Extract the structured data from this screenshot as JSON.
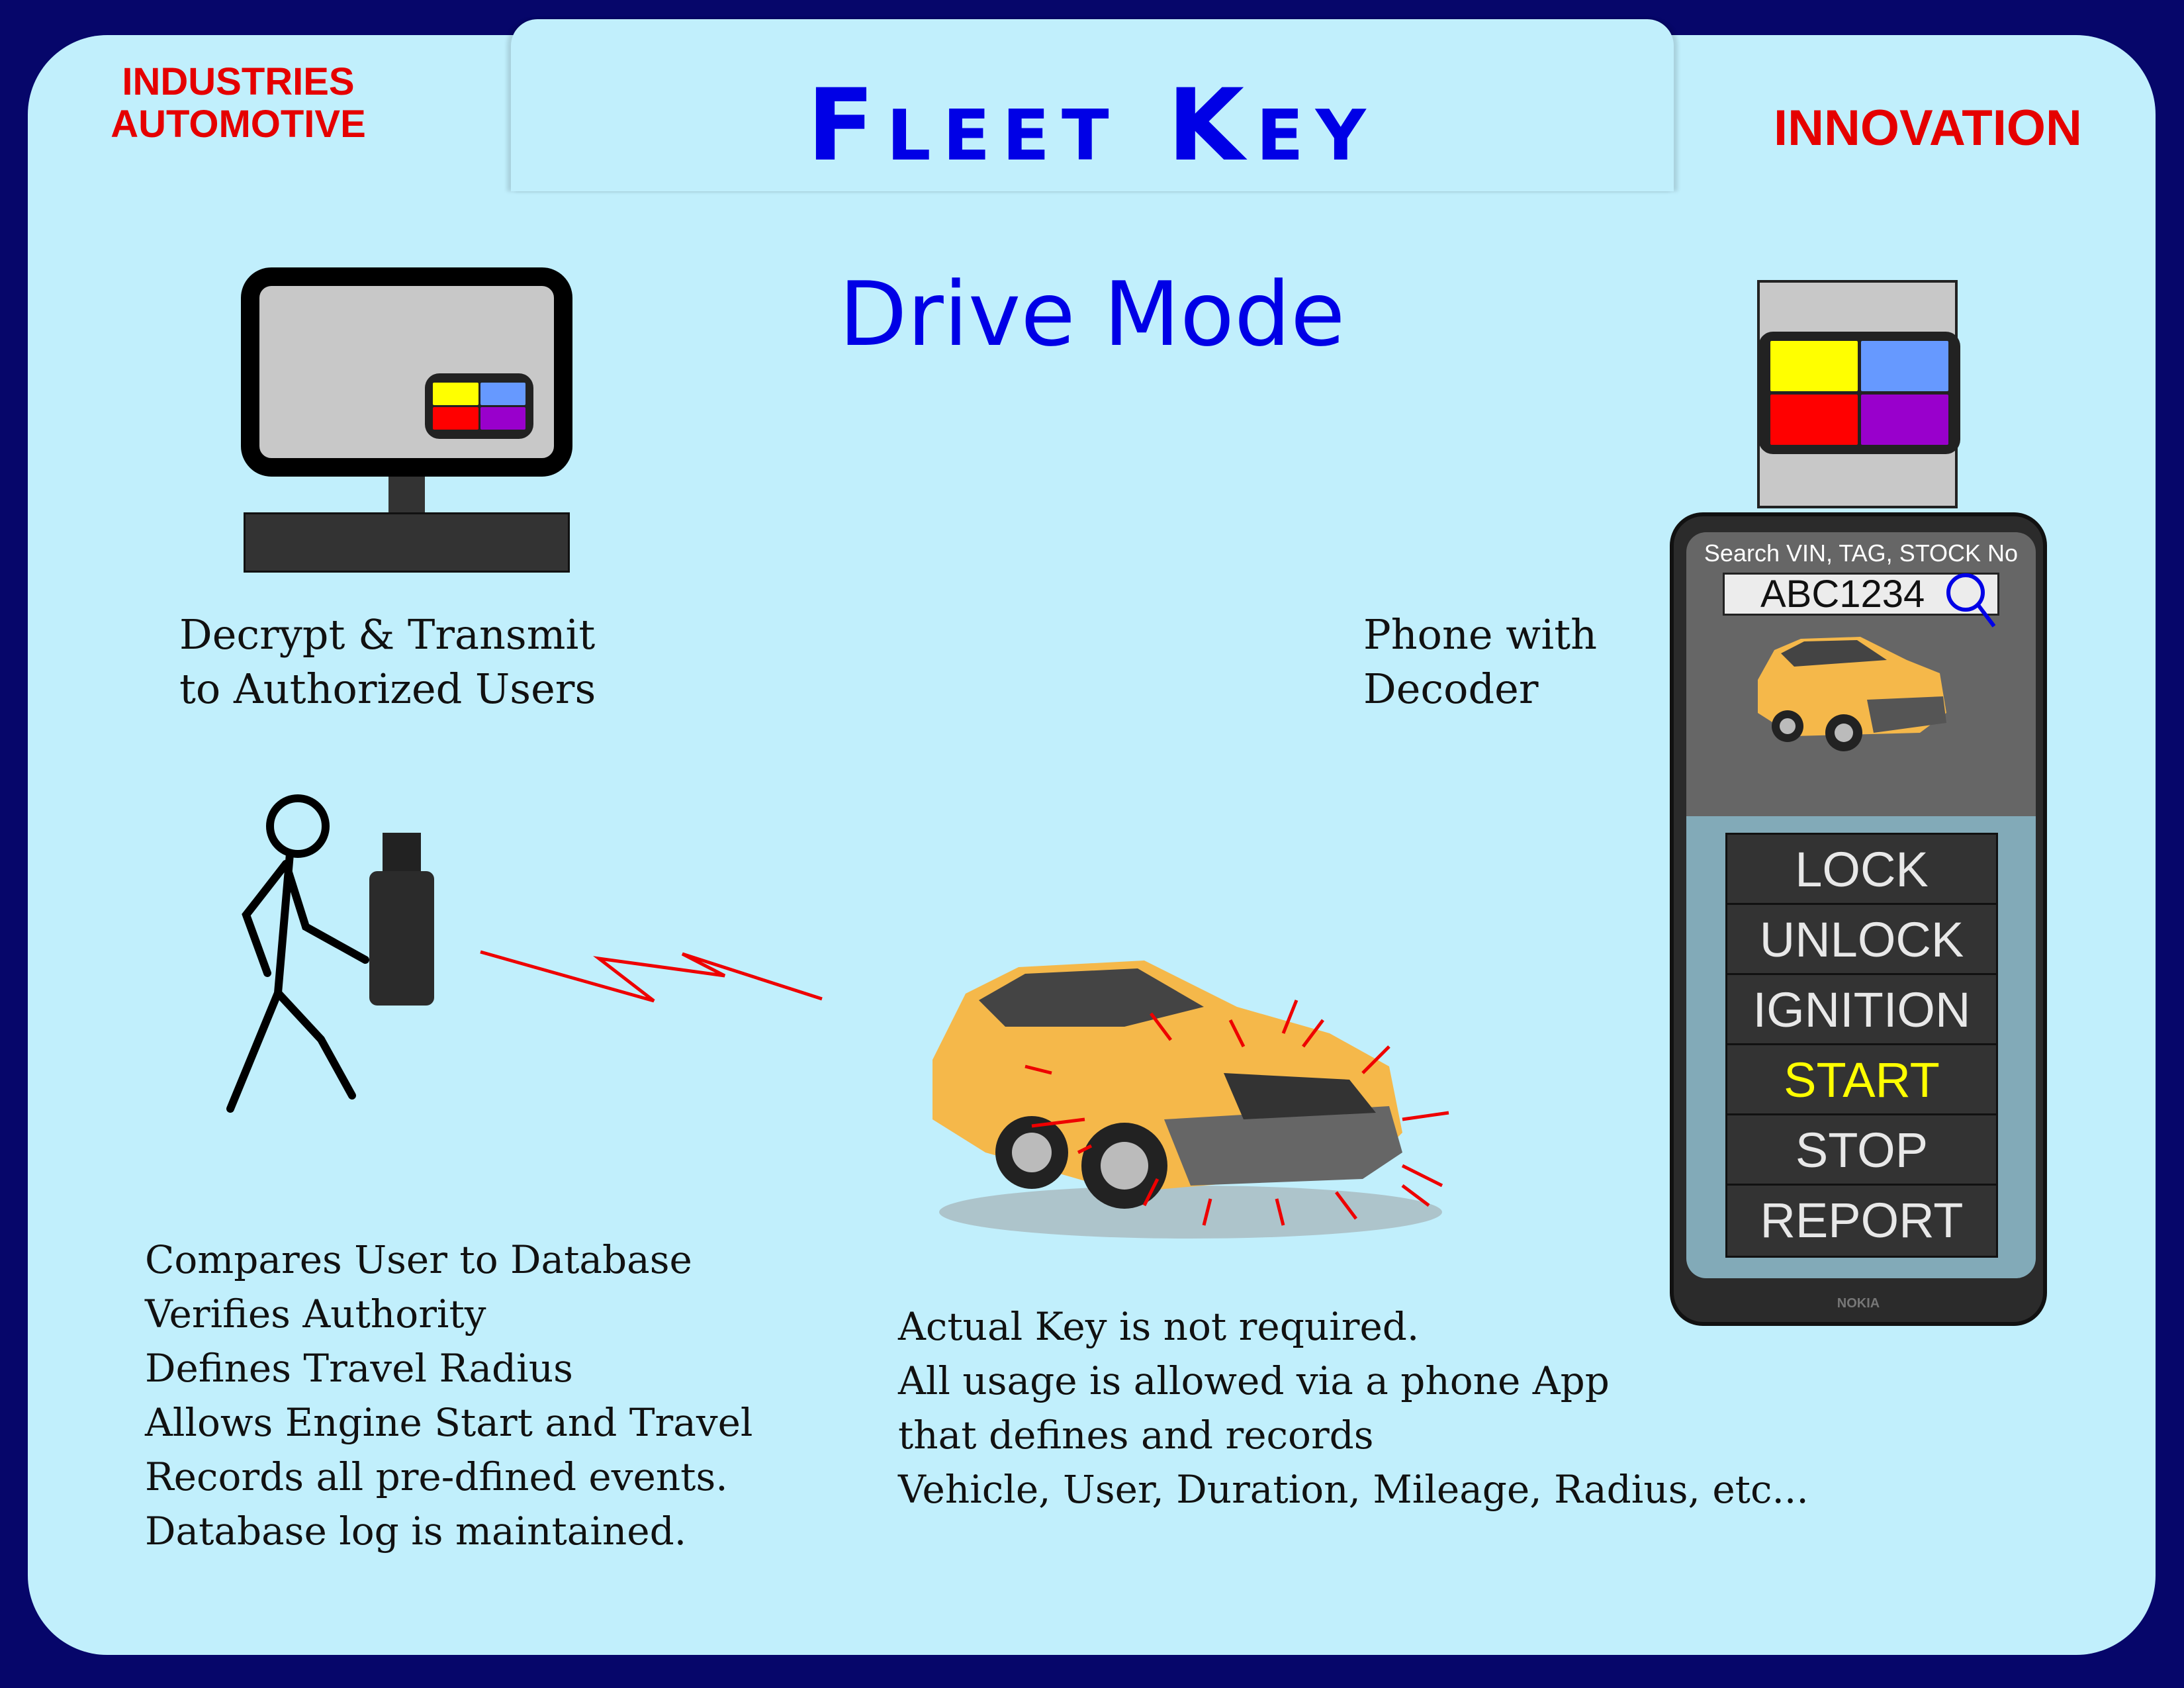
{
  "header": {
    "title": "Fleet Key",
    "left_label": [
      "INDUSTRIES",
      "AUTOMOTIVE"
    ],
    "right_label": "INNOVATION"
  },
  "subtitle": "Drive Mode",
  "server": {
    "caption": [
      "Decrypt & Transmit",
      "to Authorized Users"
    ]
  },
  "phone_caption": [
    "Phone with",
    "Decoder"
  ],
  "phone": {
    "search_label": "Search VIN, TAG, STOCK No",
    "search_value": "ABC1234",
    "buttons": [
      "LOCK",
      "UNLOCK",
      "IGNITION",
      "START",
      "STOP",
      "REPORT"
    ],
    "active_button": "START",
    "brand": "NOKIA"
  },
  "left_notes": [
    "Compares User to Database",
    "Verifies Authority",
    "Defines Travel Radius",
    "Allows Engine Start and Travel",
    "Records all pre-dfined events.",
    "Database log is maintained."
  ],
  "center_notes": [
    "Actual Key is not required.",
    "All usage is allowed via a phone App",
    "that defines and records",
    "Vehicle, User, Duration, Mileage, Radius, etc..."
  ],
  "colors": {
    "background": "#06066a",
    "panel": "#c1effc",
    "title": "#0000e6",
    "accent_red": "#e50000",
    "fob": [
      "#ffff00",
      "#6699ff",
      "#ff0000",
      "#9900cc"
    ],
    "start": "#ffff00"
  }
}
